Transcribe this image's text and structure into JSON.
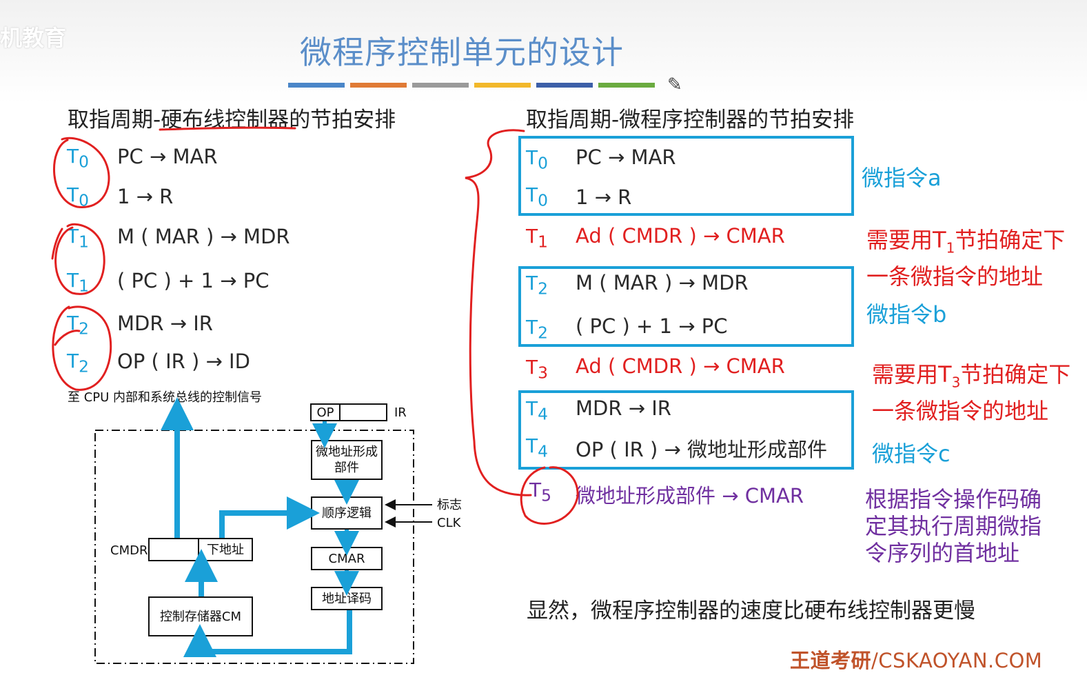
{
  "watermark": "机教育",
  "title": "微程序控制单元的设计",
  "title_bar_colors": [
    "#4a86c8",
    "#e07a35",
    "#9a9a9a",
    "#f2b82a",
    "#3c5fa8",
    "#6aab3f"
  ],
  "left": {
    "heading_prefix": "取指周期-",
    "heading_underlined": "硬布线控制器",
    "heading_suffix": "的节拍安排",
    "rows": [
      {
        "t": "T",
        "sub": "0",
        "op": "PC → MAR"
      },
      {
        "t": "T",
        "sub": "0",
        "op": "1 → R"
      },
      {
        "t": "T",
        "sub": "1",
        "op": "M ( MAR ) → MDR"
      },
      {
        "t": "T",
        "sub": "1",
        "op": "( PC ) + 1 → PC"
      },
      {
        "t": "T",
        "sub": "2",
        "op": "MDR → IR"
      },
      {
        "t": "T",
        "sub": "2",
        "op": "OP ( IR ) → ID"
      }
    ]
  },
  "diagram": {
    "caption": "至 CPU 内部和系统总线的控制信号",
    "op": "OP",
    "ir": "IR",
    "micro_addr_unit": "微地址形成部件",
    "seq_logic": "顺序逻辑",
    "flag": "标志",
    "clk": "CLK",
    "cmdr": "CMDR",
    "next_addr": "下地址",
    "cmar": "CMAR",
    "addr_decode": "地址译码",
    "cm": "控制存储器CM"
  },
  "right": {
    "heading": "取指周期-微程序控制器的节拍安排",
    "rows": [
      {
        "t": "T",
        "sub": "0",
        "op": "PC → MAR"
      },
      {
        "t": "T",
        "sub": "0",
        "op": "1 → R"
      },
      {
        "t": "T",
        "sub": "1",
        "op": "Ad ( CMDR ) → CMAR"
      },
      {
        "t": "T",
        "sub": "2",
        "op": "M ( MAR ) → MDR"
      },
      {
        "t": "T",
        "sub": "2",
        "op": "( PC ) + 1 → PC"
      },
      {
        "t": "T",
        "sub": "3",
        "op": "Ad ( CMDR ) → CMAR"
      },
      {
        "t": "T",
        "sub": "4",
        "op": "MDR → IR"
      },
      {
        "t": "T",
        "sub": "4",
        "op": "OP ( IR ) → 微地址形成部件"
      },
      {
        "t": "T",
        "sub": "5",
        "op": "微地址形成部件 → CMAR"
      }
    ],
    "micro_a": "微指令a",
    "micro_b": "微指令b",
    "micro_c": "微指令c",
    "note1_a": "需要用T",
    "note1_sub": "1",
    "note1_b": "节拍确定下",
    "note1_c": "一条微指令的地址",
    "note2_a": "需要用T",
    "note2_sub": "3",
    "note2_b": "节拍确定下",
    "note2_c": "一条微指令的地址",
    "note3": [
      "根据指令操作码确",
      "定其执行周期微指",
      "令序列的首地址"
    ]
  },
  "conclusion": "显然，微程序控制器的速度比硬布线控制器更慢",
  "brand_cn": "王道考研",
  "brand_en": "/CSKAOYAN.COM",
  "colors": {
    "accent_blue": "#1aa0d8",
    "red": "#e12020",
    "purple": "#7030a0",
    "title_blue": "#5b8ec9",
    "brand": "#c0532a"
  }
}
